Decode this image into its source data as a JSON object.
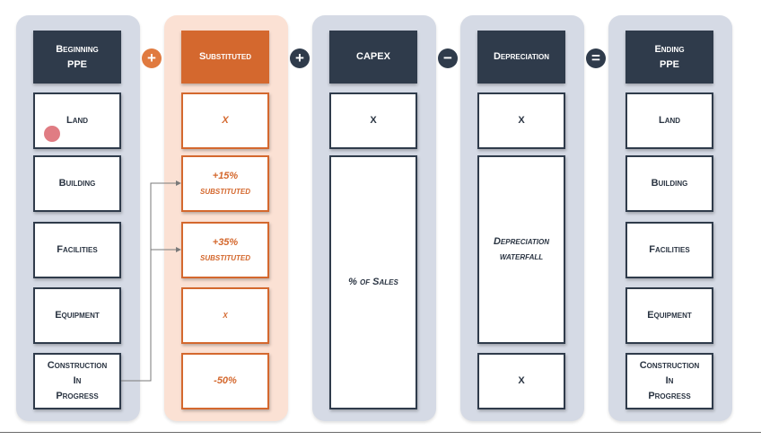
{
  "operators": {
    "plus1": "+",
    "plus2": "+",
    "minus": "−",
    "equals": "="
  },
  "beginning": {
    "header": "Beginning\nPPE",
    "items": [
      "Land",
      "Building",
      "Facilities",
      "Equipment",
      "Construction\nIn\nProgress"
    ]
  },
  "substituted": {
    "header": "Substituted",
    "items": [
      "X",
      "+15%\nsubstituted",
      "+35%\nsubstituted",
      "x",
      "-50%"
    ]
  },
  "capex": {
    "header": "CAPEX",
    "top": "X",
    "main": "% of Sales"
  },
  "depreciation": {
    "header": "Depreciation",
    "top": "X",
    "main": "Depreciation\nwaterfall",
    "bottom": "X"
  },
  "ending": {
    "header": "Ending\nPPE",
    "items": [
      "Land",
      "Building",
      "Facilities",
      "Equipment",
      "Construction\nIn\nProgress"
    ]
  }
}
